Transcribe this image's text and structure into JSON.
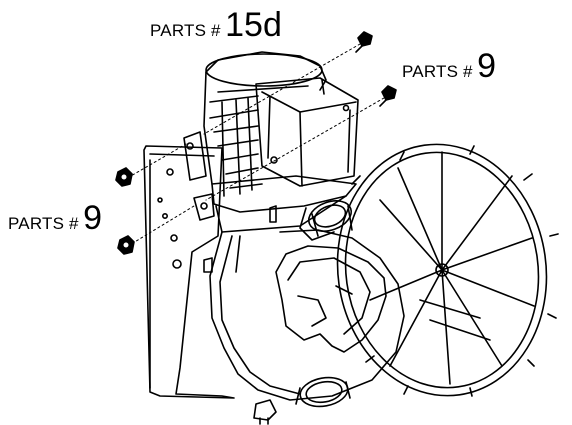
{
  "callouts": [
    {
      "id": "15d",
      "prefix": "PARTS #",
      "number": "15d"
    },
    {
      "id": "9-right",
      "prefix": "PARTS #",
      "number": "9"
    },
    {
      "id": "9-left",
      "prefix": "PARTS #",
      "number": "9"
    }
  ],
  "colors": {
    "line": "#000000",
    "background": "#ffffff"
  },
  "icons": [
    "screw-icon",
    "nut-icon"
  ]
}
